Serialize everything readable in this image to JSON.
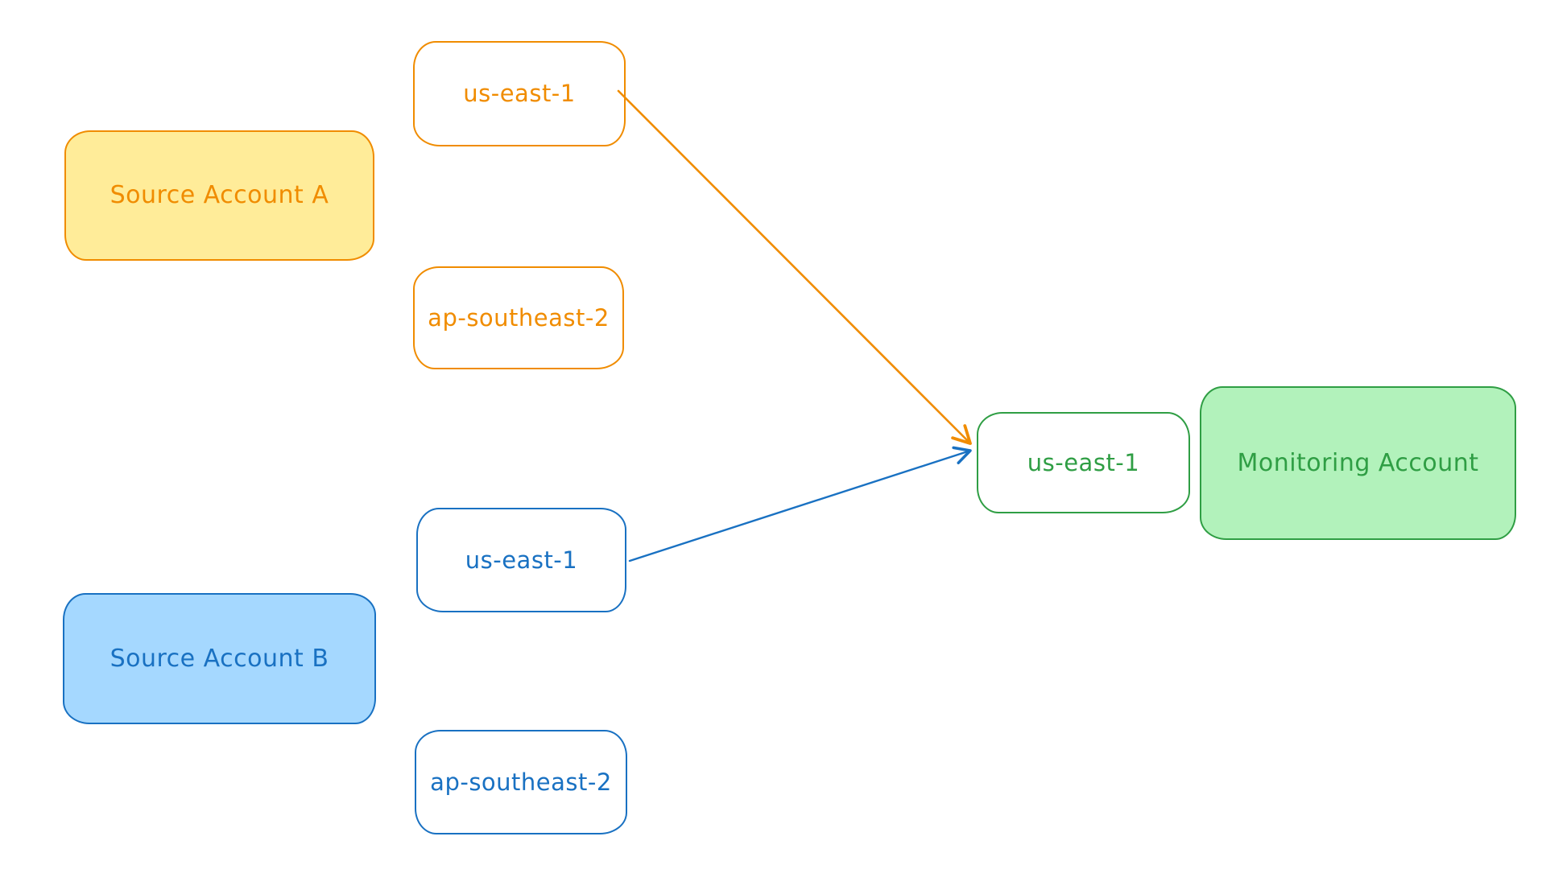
{
  "diagram": {
    "nodes": {
      "source_account_a": {
        "label": "Source Account A",
        "kind": "account",
        "stroke": "#f08c00",
        "fill": "#ffec99"
      },
      "region_a_us_east_1": {
        "label": "us-east-1",
        "kind": "region",
        "stroke": "#f08c00",
        "fill": "#ffffff"
      },
      "region_a_ap_southeast_2": {
        "label": "ap-southeast-2",
        "kind": "region",
        "stroke": "#f08c00",
        "fill": "#ffffff"
      },
      "region_b_us_east_1": {
        "label": "us-east-1",
        "kind": "region",
        "stroke": "#1971c2",
        "fill": "#ffffff"
      },
      "source_account_b": {
        "label": "Source Account B",
        "kind": "account",
        "stroke": "#1971c2",
        "fill": "#a5d8ff"
      },
      "region_b_ap_southeast_2": {
        "label": "ap-southeast-2",
        "kind": "region",
        "stroke": "#1971c2",
        "fill": "#ffffff"
      },
      "monitoring_us_east_1": {
        "label": "us-east-1",
        "kind": "region",
        "stroke": "#2f9e44",
        "fill": "#ffffff"
      },
      "monitoring_account": {
        "label": "Monitoring Account",
        "kind": "account",
        "stroke": "#2f9e44",
        "fill": "#b2f2bb"
      }
    },
    "edges": [
      {
        "from": "region_a_us_east_1",
        "to": "monitoring_us_east_1",
        "color": "#f08c00",
        "style": "arrow"
      },
      {
        "from": "region_b_us_east_1",
        "to": "monitoring_us_east_1",
        "color": "#1971c2",
        "style": "arrow"
      }
    ],
    "colors": {
      "background": "#ffffff",
      "orange": "#f08c00",
      "yellow_fill": "#ffec99",
      "blue": "#1971c2",
      "blue_fill": "#a5d8ff",
      "green": "#2f9e44",
      "green_fill": "#b2f2bb"
    }
  }
}
